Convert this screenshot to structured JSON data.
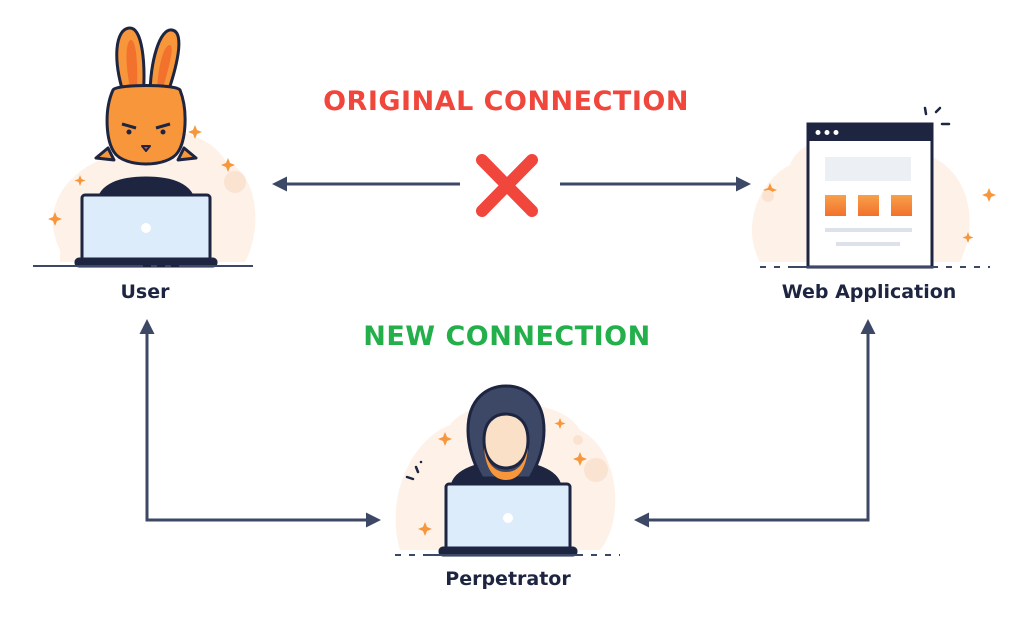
{
  "connections": {
    "original": {
      "title": "ORIGINAL CONNECTION",
      "color": "#f0463c",
      "status": "blocked",
      "status_icon": "cross-icon"
    },
    "new": {
      "title": "NEW CONNECTION",
      "color": "#23b04b"
    }
  },
  "nodes": {
    "user": {
      "label": "User",
      "icon": "rabbit-at-laptop-icon"
    },
    "web_app": {
      "label": "Web Application",
      "icon": "browser-window-icon"
    },
    "perpetrator": {
      "label": "Perpetrator",
      "icon": "hooded-hacker-at-laptop-icon"
    }
  },
  "colors": {
    "ink": "#1d2540",
    "arrow": "#3d4766",
    "accent_orange": "#f7963b",
    "screen": "#dcecfb",
    "blob": "#fdf1e8"
  }
}
